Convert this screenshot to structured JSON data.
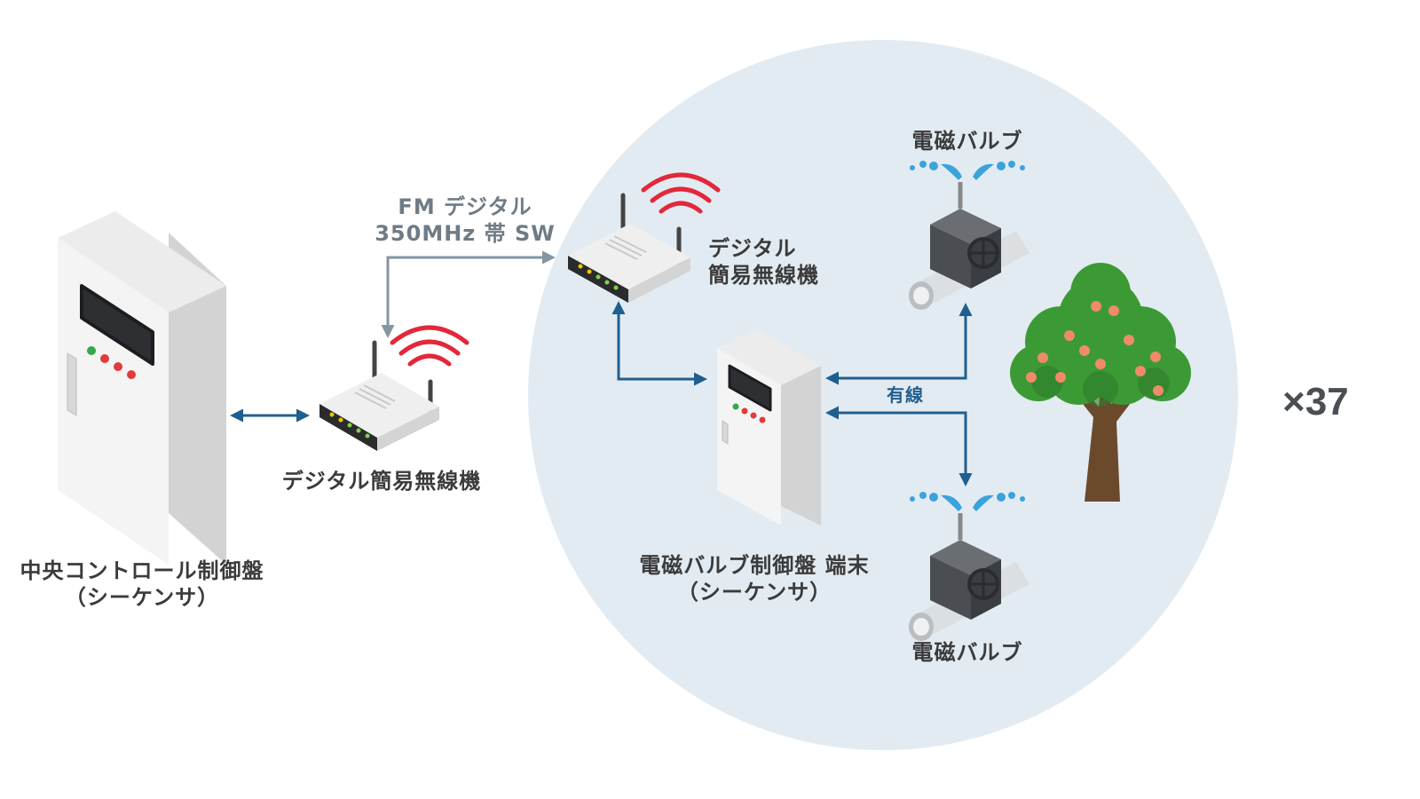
{
  "labels": {
    "central_panel_line1": "中央コントロール制御盤",
    "central_panel_line2": "（シーケンサ）",
    "radio_left": "デジタル簡易無線機",
    "link_line1": "FM デジタル",
    "link_line2": "350MHz 帯 SW",
    "radio_right_line1": "デジタル",
    "radio_right_line2": "簡易無線機",
    "valve_top": "電磁バルブ",
    "valve_bottom": "電磁バルブ",
    "terminal_line1": "電磁バルブ制御盤 端末",
    "terminal_line2": "（シーケンサ）",
    "wired": "有線",
    "multiplier": "×37"
  },
  "colors": {
    "zone_fill": "#e3ebf2",
    "arrow_blue": "#1f5f8f",
    "arrow_grey": "#8596a3",
    "signal_red": "#e2283a",
    "water_blue": "#3aa3dc",
    "foliage_green": "#3c9a35",
    "fruit": "#f08a6b",
    "trunk": "#6b4a2c",
    "panel_white": "#f2f2f2",
    "valve_dark": "#4a4e53"
  },
  "icons": [
    "control-panel-icon",
    "wireless-router-icon",
    "solenoid-valve-icon",
    "tree-icon",
    "signal-waves-icon",
    "water-drops-icon"
  ]
}
